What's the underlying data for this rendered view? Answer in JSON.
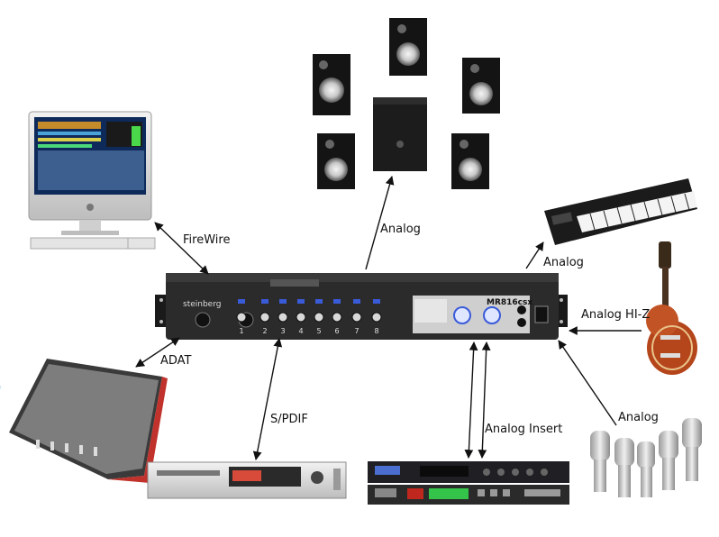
{
  "interface": {
    "brand": "steinberg",
    "model": "MR816csx",
    "channel_numbers": [
      "1",
      "2",
      "3",
      "4",
      "5",
      "6",
      "7",
      "8"
    ]
  },
  "connections": {
    "computer": "FireWire",
    "speakers": "Analog",
    "keyboard": "Analog",
    "guitar": "Analog HI-Z",
    "mixer": "ADAT",
    "cd_recorder": "S/PDIF",
    "outboard": "Analog Insert",
    "microphones": "Analog"
  },
  "colors": {
    "interface_body": "#2b2b2b",
    "knob_blue": "#3a5bd8",
    "arrow": "#111111",
    "guitar_body": "#b5451b"
  }
}
